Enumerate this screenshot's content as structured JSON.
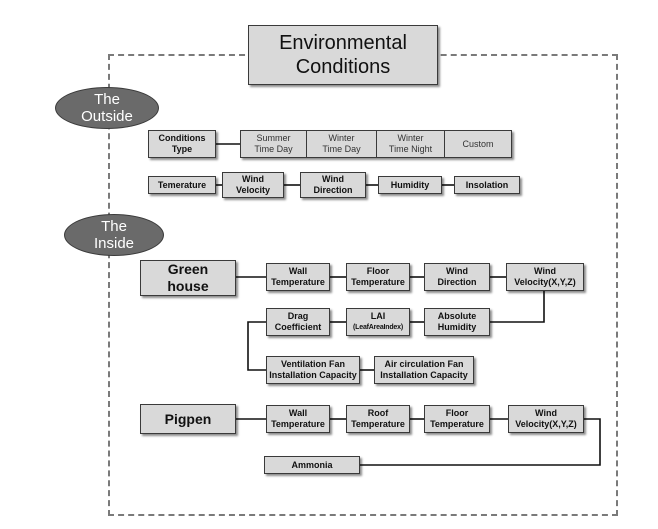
{
  "title": "Environmental\nConditions",
  "outside": {
    "label": "The\nOutside",
    "conditions_type": "Conditions\nType",
    "types": [
      "Summer\nTime Day",
      "Winter\nTime Day",
      "Winter\nTime Night",
      "Custom"
    ],
    "factors": [
      "Temerature",
      "Wind\nVelocity",
      "Wind\nDirection",
      "Humidity",
      "Insolation"
    ]
  },
  "inside": {
    "label": "The\nInside",
    "greenhouse": {
      "label": "Green\nhouse",
      "row1": [
        "Wall\nTemperature",
        "Floor\nTemperature",
        "Wind\nDirection",
        "Wind\nVelocity(X,Y,Z)"
      ],
      "row2": [
        "Drag\nCoefficient",
        "LAI",
        "(LeafAreaIndex)",
        "Absolute\nHumidity"
      ],
      "row3": [
        "Ventilation Fan\nInstallation Capacity",
        "Air circulation Fan\nInstallation Capacity"
      ]
    },
    "pigpen": {
      "label": "Pigpen",
      "row1": [
        "Wall\nTemperature",
        "Roof\nTemperature",
        "Floor\nTemperature",
        "Wind\nVelocity(X,Y,Z)"
      ],
      "row2": [
        "Ammonia"
      ]
    }
  },
  "colors": {
    "box_fill": "#d9d9d9",
    "ellipse_fill": "#6a6a6a",
    "frame": "#7a7a7a",
    "line": "#111111"
  }
}
